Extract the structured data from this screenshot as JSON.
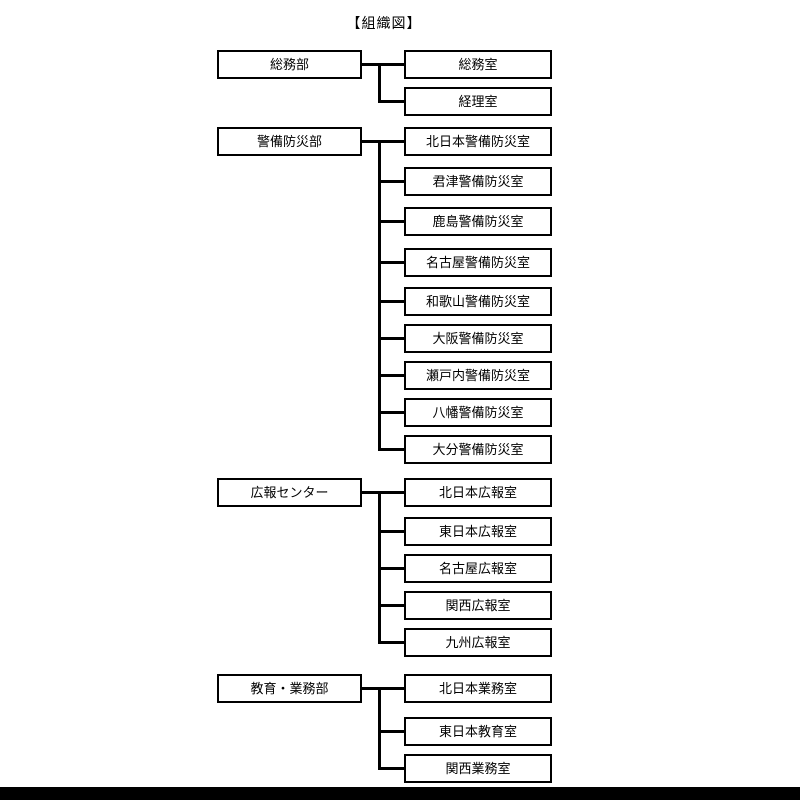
{
  "title": "【組織図】",
  "sections": [
    {
      "parent": "総務部",
      "children": [
        "総務室",
        "経理室"
      ]
    },
    {
      "parent": "警備防災部",
      "children": [
        "北日本警備防災室",
        "君津警備防災室",
        "鹿島警備防災室",
        "名古屋警備防災室",
        "和歌山警備防災室",
        "大阪警備防災室",
        "瀬戸内警備防災室",
        "八幡警備防災室",
        "大分警備防災室"
      ]
    },
    {
      "parent": "広報センター",
      "children": [
        "北日本広報室",
        "東日本広報室",
        "名古屋広報室",
        "関西広報室",
        "九州広報室"
      ]
    },
    {
      "parent": "教育・業務部",
      "children": [
        "北日本業務室",
        "東日本教育室",
        "関西業務室"
      ]
    }
  ],
  "colors": {
    "line": "#000000",
    "box_border": "#000000",
    "box_background": "#ffffff",
    "text": "#000000",
    "bottom_bar": "#000000",
    "page_background": "#ffffff"
  }
}
